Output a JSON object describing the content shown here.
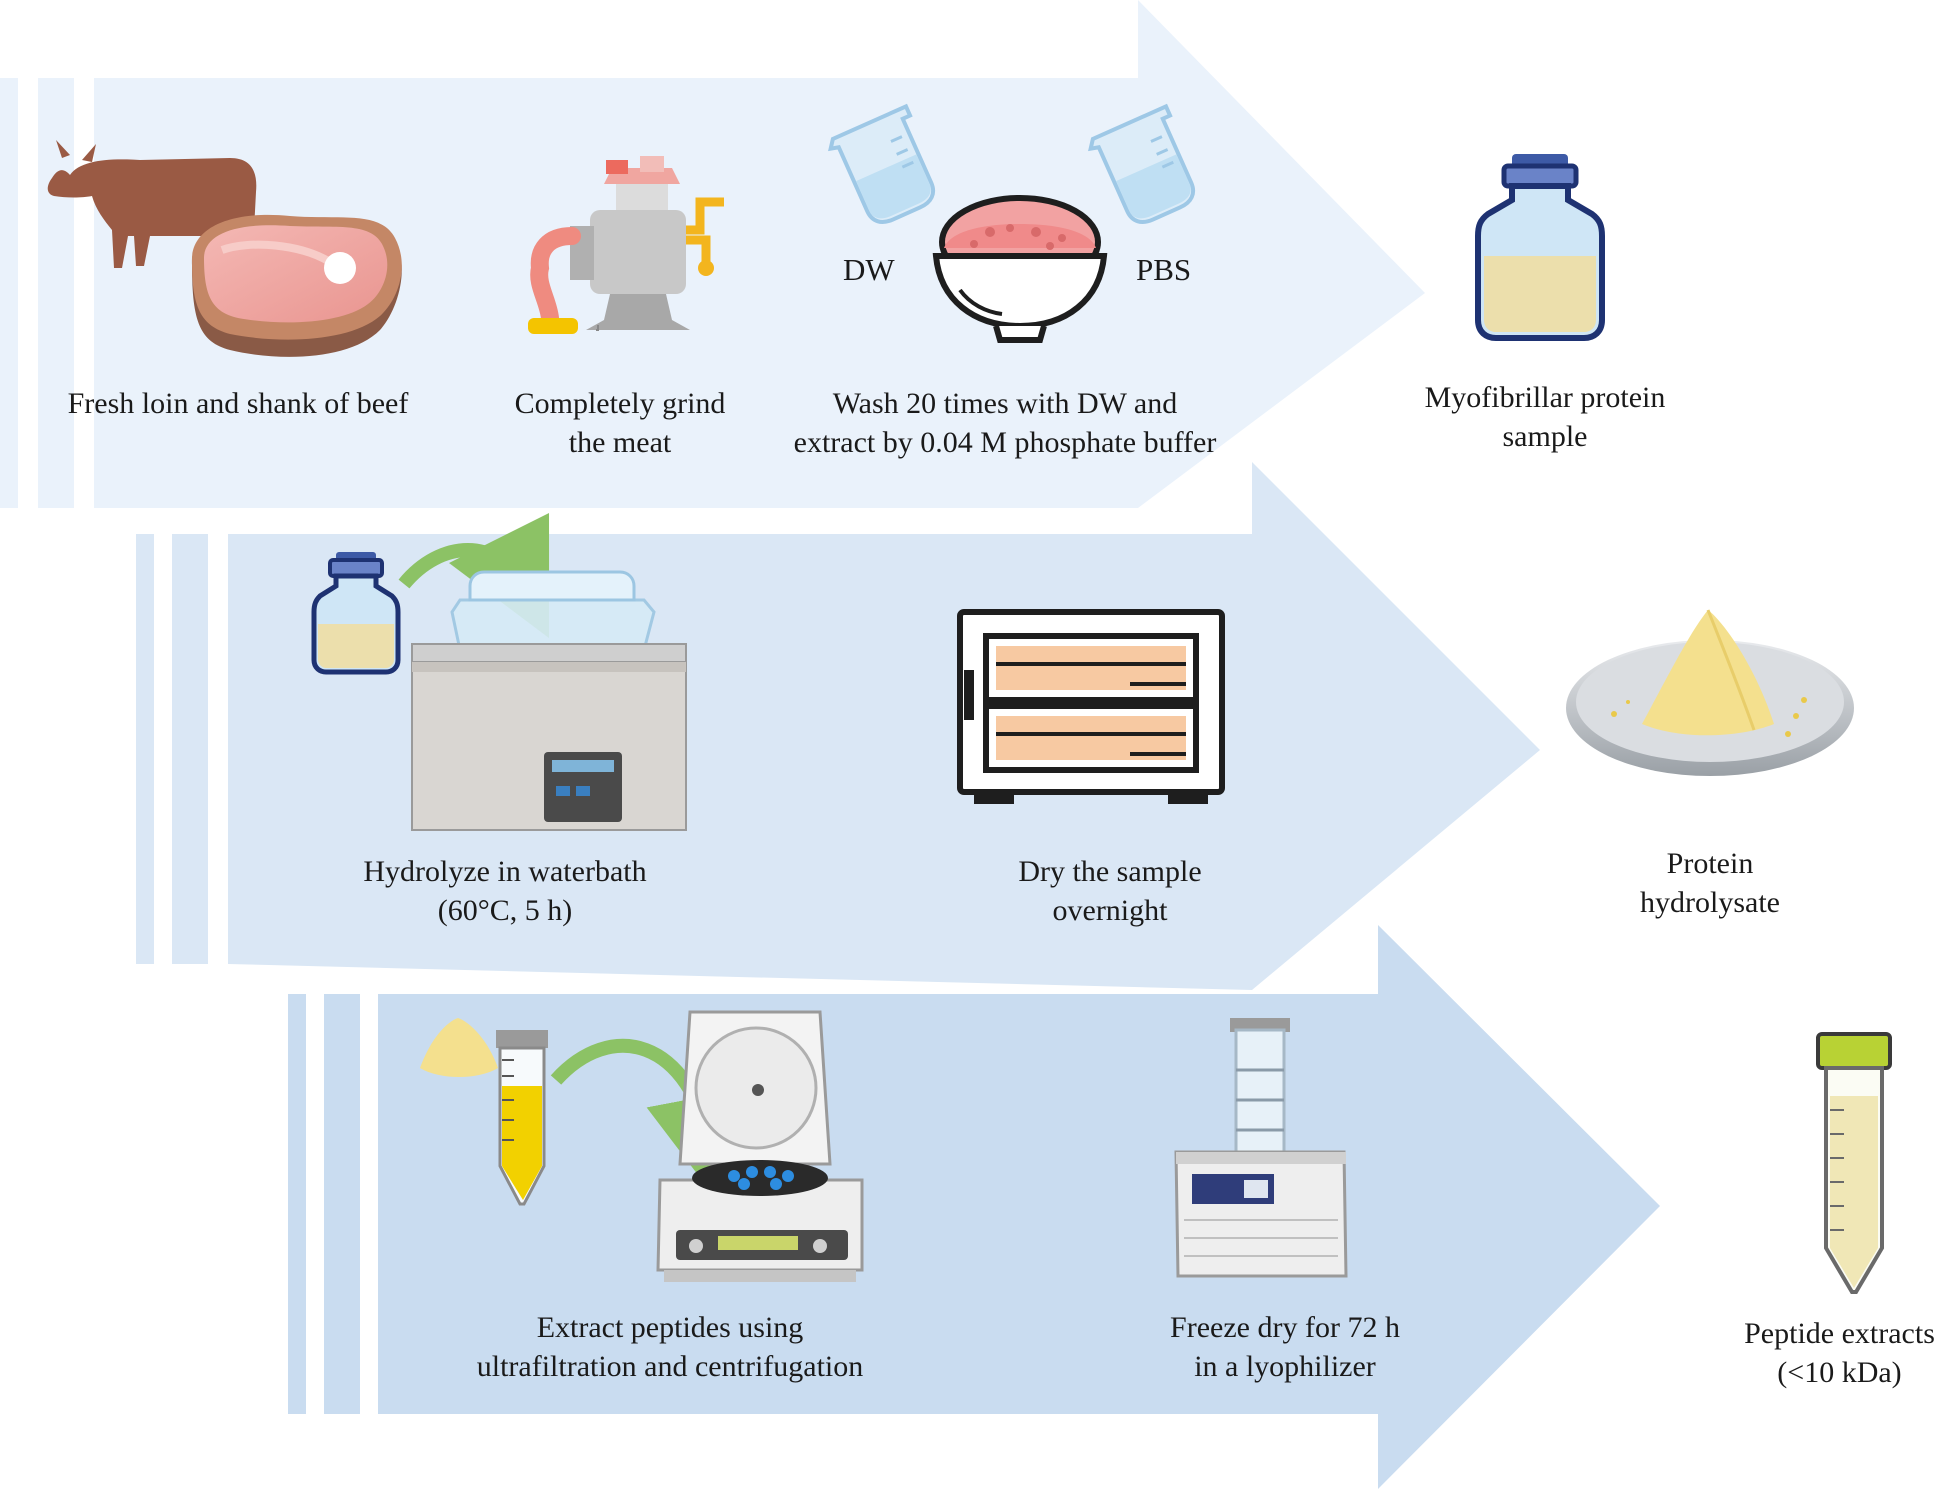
{
  "steps": {
    "beef": {
      "line1": "Fresh loin and shank of beef"
    },
    "grind": {
      "line1": "Completely grind",
      "line2": "the meat"
    },
    "wash": {
      "line1": "Wash 20 times with DW and",
      "line2": "extract by 0.04 M phosphate buffer"
    },
    "myofibrillar": {
      "line1": "Myofibrillar protein",
      "line2": "sample"
    },
    "hydrolyze": {
      "line1": "Hydrolyze in waterbath",
      "line2": "(60°C, 5 h)"
    },
    "dry": {
      "line1": "Dry the sample",
      "line2": "overnight"
    },
    "hydrolysate": {
      "line1": "Protein",
      "line2": "hydrolysate"
    },
    "extract": {
      "line1": "Extract peptides using",
      "line2": "ultrafiltration and centrifugation"
    },
    "freeze": {
      "line1": "Freeze dry for 72 h",
      "line2": "in a lyophilizer"
    },
    "peptides": {
      "line1": "Peptide extracts",
      "line2": "(<10 kDa)"
    }
  },
  "beaker_labels": {
    "left": "DW",
    "right": "PBS"
  },
  "icons": [
    "cow-icon",
    "meat-steak-icon",
    "meat-grinder-icon",
    "beaker-icon",
    "minced-meat-bowl-icon",
    "sample-bottle-icon",
    "waterbath-icon",
    "drying-oven-icon",
    "powder-plate-icon",
    "powder-pile-icon",
    "conical-tube-icon",
    "centrifuge-icon",
    "lyophilizer-icon",
    "peptide-tube-icon"
  ],
  "colors": {
    "arrow_row1": "#eaf2fb",
    "arrow_row2": "#dae7f5",
    "arrow_row3": "#c9dcf0",
    "flow_arrow": "#8cc265"
  }
}
